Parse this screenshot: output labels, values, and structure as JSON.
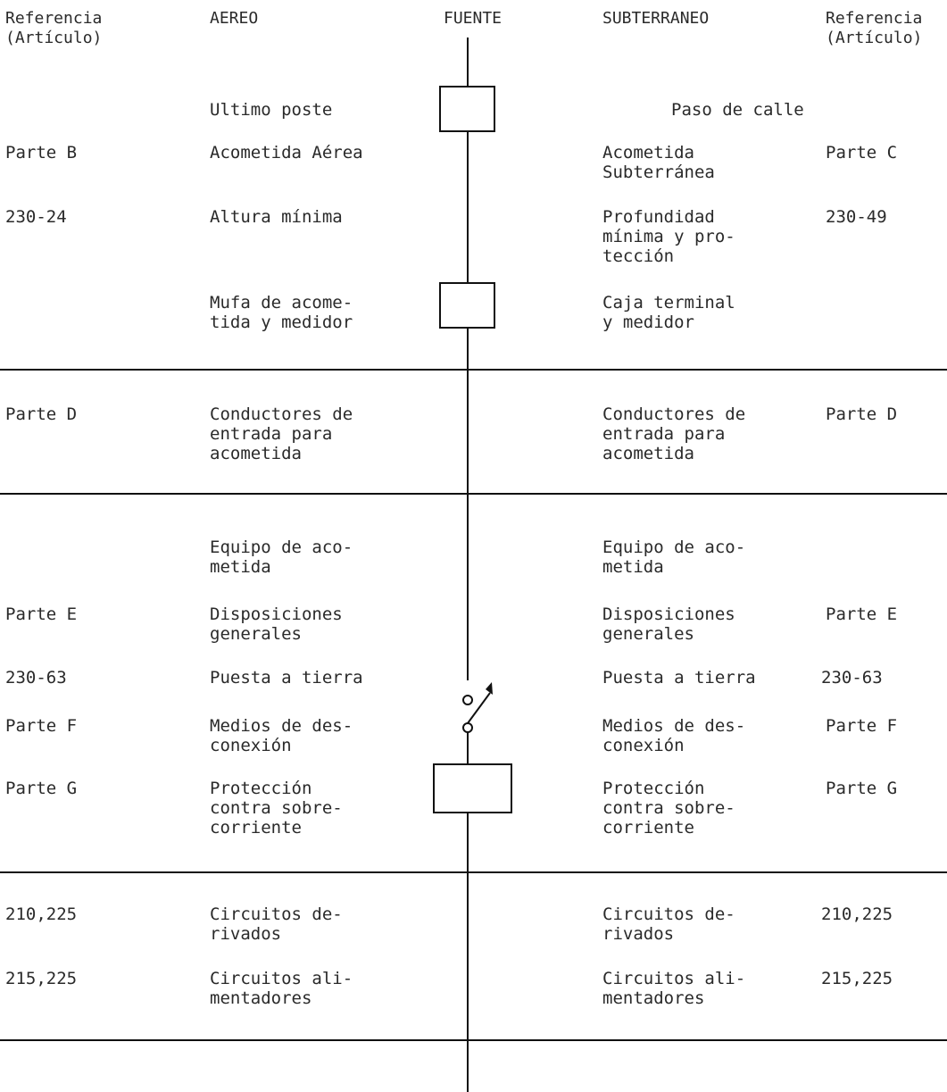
{
  "header": {
    "ref_left": "Referencia\n(Artículo)",
    "aereo": "AEREO",
    "fuente": "FUENTE",
    "subterraneo": "SUBTERRANEO",
    "ref_right": "Referencia\n(Artículo)"
  },
  "section1": {
    "ultimo_poste": "Ultimo poste",
    "paso_de_calle": "Paso de calle",
    "ref_left_1": "Parte B",
    "aereo_1": "Acometida Aérea",
    "sub_1": "Acometida\nSubterránea",
    "ref_right_1": "Parte C",
    "ref_left_2": "230-24",
    "aereo_2": "Altura mínima",
    "sub_2": "Profundidad\nmínima y pro-\ntección",
    "ref_right_2": "230-49",
    "aereo_3": "Mufa de acome-\ntida y medidor",
    "sub_3": "Caja terminal\ny medidor"
  },
  "section2": {
    "ref_left": "Parte D",
    "aereo": "Conductores de\nentrada para\nacometida",
    "sub": "Conductores de\nentrada para\nacometida",
    "ref_right": "Parte D"
  },
  "section3": {
    "aereo_1": "Equipo de aco-\nmetida",
    "sub_1": "Equipo de aco-\nmetida",
    "ref_left_2": "Parte E",
    "aereo_2": "Disposiciones\ngenerales",
    "sub_2": "Disposiciones\ngenerales",
    "ref_right_2": "Parte E",
    "ref_left_3": "230-63",
    "aereo_3": "Puesta a tierra",
    "sub_3": "Puesta a tierra",
    "ref_right_3": "230-63",
    "ref_left_4": "Parte F",
    "aereo_4": "Medios de des-\nconexión",
    "sub_4": "Medios de des-\nconexión",
    "ref_right_4": "Parte F",
    "ref_left_5": "Parte G",
    "aereo_5": "Protección\ncontra sobre-\ncorriente",
    "sub_5": "Protección\ncontra sobre-\ncorriente",
    "ref_right_5": "Parte G"
  },
  "section4": {
    "ref_left_1": "210,225",
    "aereo_1": "Circuitos de-\nrivados",
    "sub_1": "Circuitos de-\nrivados",
    "ref_right_1": "210,225",
    "ref_left_2": "215,225",
    "aereo_2": "Circuitos ali-\nmentadores",
    "sub_2": "Circuitos ali-\nmentadores",
    "ref_right_2": "215,225"
  }
}
